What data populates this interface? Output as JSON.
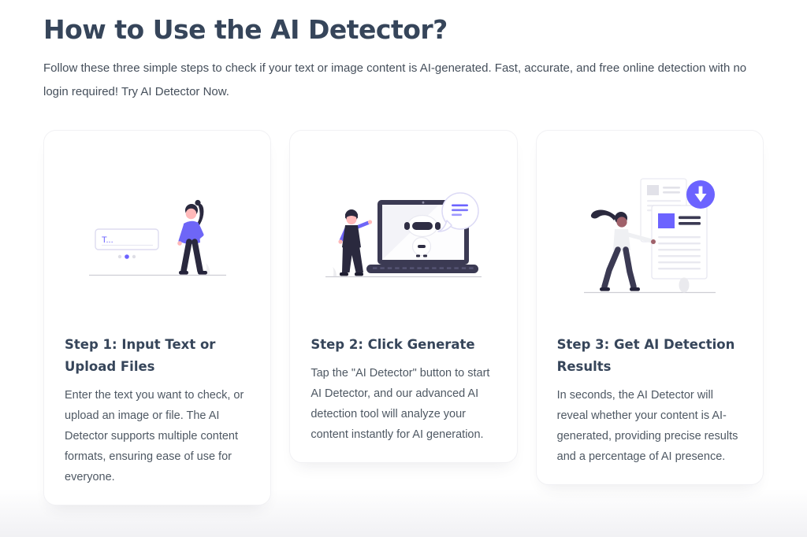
{
  "section": {
    "title": "How to Use the AI Detector?",
    "intro": "Follow these three simple steps to check if your text or image content is AI-generated. Fast, accurate, and free online detection with no login required! Try AI Detector Now."
  },
  "colors": {
    "accent_purple": "#6c63ff",
    "dark_navy": "#2f2e41",
    "heading_text": "#36455a",
    "body_text": "#4e5863",
    "card_border": "#f1f1f4"
  },
  "steps": [
    {
      "title": "Step 1: Input Text or Upload Files",
      "description": "Enter the text you want to check, or upload an image or file. The AI Detector supports multiple content formats, ensuring ease of use for everyone.",
      "illustration": "person-beside-text-input-field",
      "input_preview": "T...",
      "pagination_dots": {
        "count": 3,
        "active_index": 1
      }
    },
    {
      "title": "Step 2: Click Generate",
      "description": "Tap the \"AI Detector\" button to start AI Detector, and our advanced AI detection tool will analyze your content instantly for AI generation.",
      "illustration": "person-with-laptop-chatbot-and-speech-bubble"
    },
    {
      "title": "Step 3: Get AI Detection Results",
      "description": "In seconds, the AI Detector will reveal whether your content is AI-generated, providing precise results and a percentage of AI presence.",
      "illustration": "person-holding-results-document-with-download-badge"
    }
  ]
}
